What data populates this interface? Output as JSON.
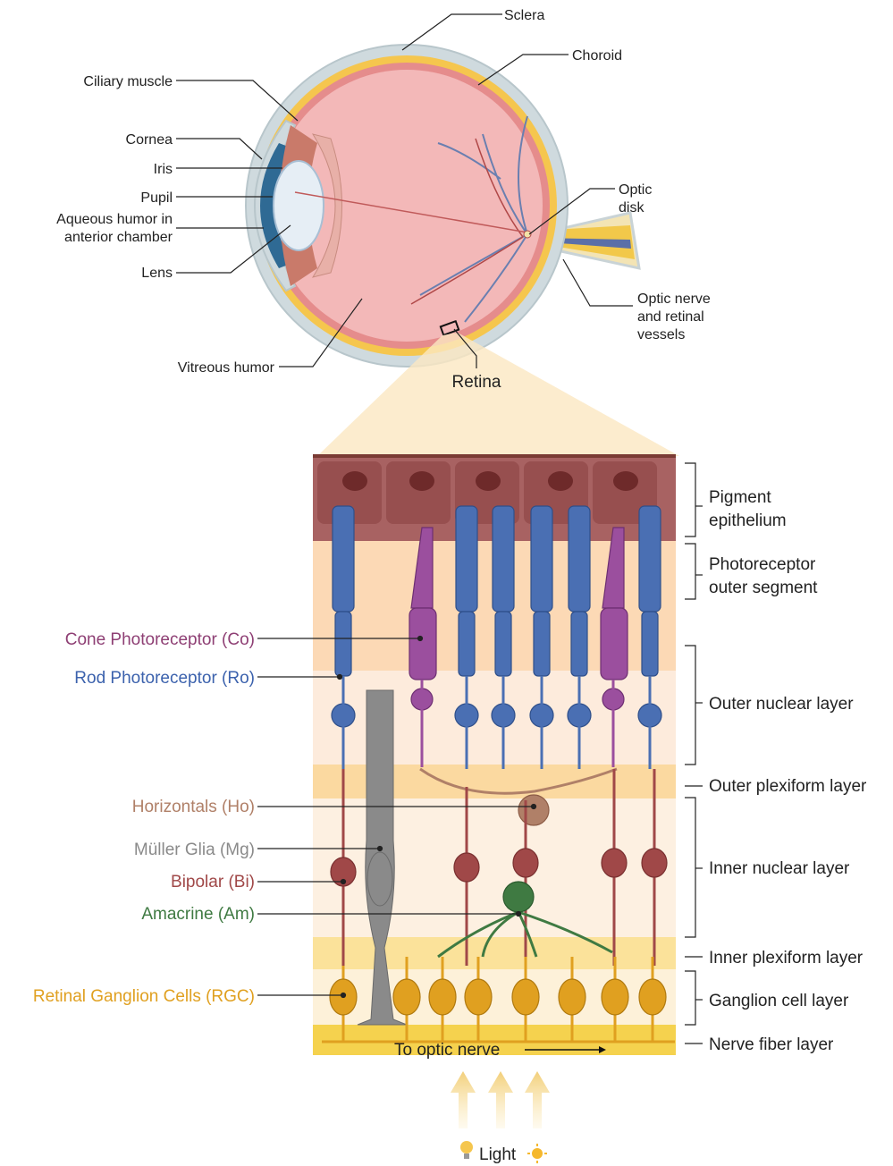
{
  "eye": {
    "labels": {
      "sclera": "Sclera",
      "choroid": "Choroid",
      "ciliary_muscle": "Ciliary muscle",
      "cornea": "Cornea",
      "iris": "Iris",
      "pupil": "Pupil",
      "aqueous_1": "Aqueous humor in",
      "aqueous_2": "anterior chamber",
      "lens": "Lens",
      "optic_disk_1": "Optic",
      "optic_disk_2": "disk",
      "optic_nerve_1": "Optic nerve",
      "optic_nerve_2": "and retinal",
      "optic_nerve_3": "vessels",
      "vitreous": "Vitreous humor",
      "retina": "Retina"
    }
  },
  "cells": {
    "cone": "Cone Photoreceptor (Co)",
    "rod": "Rod Photoreceptor (Ro)",
    "horizontal": "Horizontals (Ho)",
    "muller": "Müller Glia (Mg)",
    "bipolar": "Bipolar (Bi)",
    "amacrine": "Amacrine (Am)",
    "ganglion": "Retinal Ganglion Cells (RGC)"
  },
  "layers": {
    "pigment_1": "Pigment",
    "pigment_2": "epithelium",
    "photo_outer_1": "Photoreceptor",
    "photo_outer_2": "outer segment",
    "outer_nuclear": "Outer nuclear layer",
    "outer_plexiform": "Outer plexiform layer",
    "inner_nuclear": "Inner nuclear layer",
    "inner_plexiform": "Inner plexiform layer",
    "ganglion": "Ganglion cell layer",
    "nerve_fiber": "Nerve fiber layer"
  },
  "to_optic_nerve": "To optic nerve",
  "light": "Light",
  "colors": {
    "cone": "#9b4f9e",
    "rod": "#4a6fb3",
    "horizontal": "#b08068",
    "muller": "#8a8a8a",
    "bipolar": "#a04848",
    "amacrine": "#3f7a42",
    "ganglion": "#e0a020"
  }
}
